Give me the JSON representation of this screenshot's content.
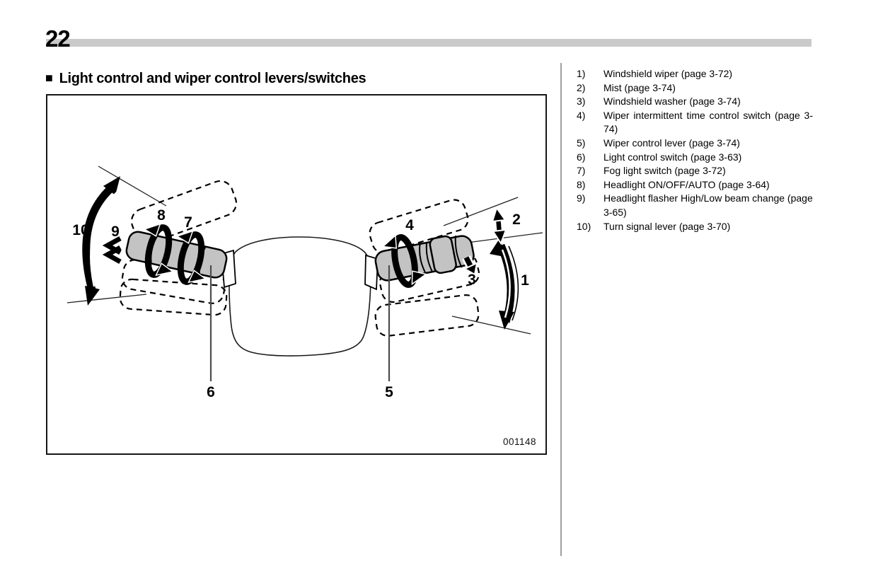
{
  "page": {
    "number": "22"
  },
  "section": {
    "bullet": "■",
    "title": "Light control and wiper control levers/switches"
  },
  "figure": {
    "code": "001148",
    "description": "Steering column with light control lever (left) and wiper control lever (right), dashed outlines show alternate lever positions",
    "callouts": {
      "c1": "1",
      "c2": "2",
      "c3": "3",
      "c4": "4",
      "c5": "5",
      "c6": "6",
      "c7": "7",
      "c8": "8",
      "c9": "9",
      "c10": "10"
    }
  },
  "legend": {
    "items": [
      {
        "num": "1)",
        "text": "Windshield wiper (page 3-72)"
      },
      {
        "num": "2)",
        "text": "Mist (page 3-74)"
      },
      {
        "num": "3)",
        "text": "Windshield washer (page 3-74)"
      },
      {
        "num": "4)",
        "text": "Wiper intermittent time control switch (page 3-74)"
      },
      {
        "num": "5)",
        "text": "Wiper control lever (page 3-74)"
      },
      {
        "num": "6)",
        "text": "Light control switch (page 3-63)"
      },
      {
        "num": "7)",
        "text": "Fog light switch (page 3-72)"
      },
      {
        "num": "8)",
        "text": "Headlight ON/OFF/AUTO (page 3-64)"
      },
      {
        "num": "9)",
        "text": "Headlight flasher High/Low beam change (page 3-65)"
      },
      {
        "num": "10)",
        "text": "Turn signal lever (page 3-70)"
      }
    ]
  },
  "colors": {
    "lever_gray": "#c3c3c3",
    "header_bar_gray": "#cacaca",
    "divider_gray": "#a0a0a0",
    "leader_line": "#4d4d4d",
    "ink": "#000000"
  }
}
